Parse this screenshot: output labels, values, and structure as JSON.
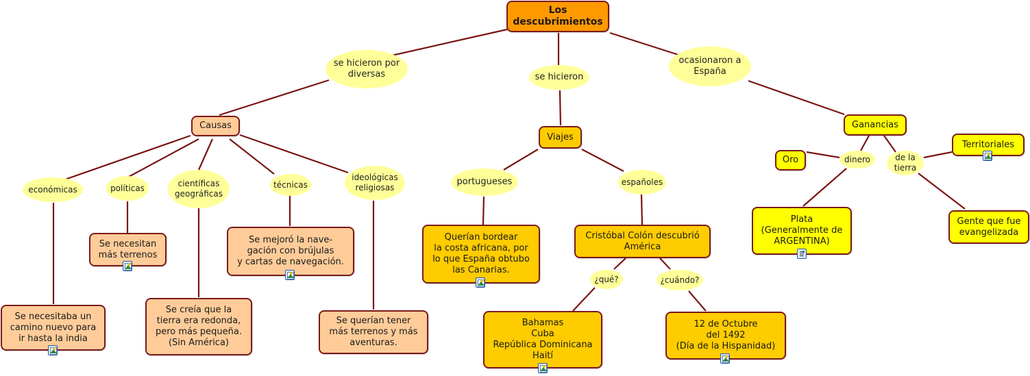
{
  "map": {
    "root": "Los\ndescubrimientos",
    "phrases": {
      "causes_link": "se hicieron por\ndiversas",
      "trips_link": "se hicieron",
      "gains_link": "ocasionaron a\nEspaña",
      "economic": "económicas",
      "political": "políticas",
      "scientific": "científicas\ngeográficas",
      "technical": "técnicas",
      "ideological": "ideológicas\nreligiosas",
      "portuguese": "portugueses",
      "spanish": "españoles",
      "what": "¿qué?",
      "when": "¿cuándo?",
      "money": "dinero",
      "land": "de la\ntierra"
    },
    "concepts": {
      "causes": "Causas",
      "trips": "Viajes",
      "gains": "Ganancias",
      "economic_detail": "Se necesitaba un\ncamino nuevo para\nir hasta la india",
      "political_detail": "Se necesitan\nmás terrenos",
      "scientific_detail": "Se creía que la\ntierra era redonda,\npero más pequeña.\n(Sin América)",
      "technical_detail": "Se mejoró la nave-\ngación con brújulas\ny cartas de navegación.",
      "ideological_detail": "Se querían tener\nmás terrenos y más\naventuras.",
      "portuguese_detail": "Querían bordear\nla costa africana, por\nlo que España obtubo\nlas Canarias.",
      "columbus": "Cristóbal Colón descubrió\nAmérica",
      "places": "Bahamas\nCuba\nRepública Dominicana\nHaití",
      "date": "12 de Octubre\ndel 1492\n(Día de la Hispanidad)",
      "gold": "Oro",
      "silver": "Plata\n(Generalmente de\nARGENTINA)",
      "territorial": "Territoriales",
      "evangelized": "Gente que fue\nevangelizada"
    },
    "resource_icons": {
      "image": "image-resource-icon",
      "document": "document-resource-icon"
    }
  }
}
